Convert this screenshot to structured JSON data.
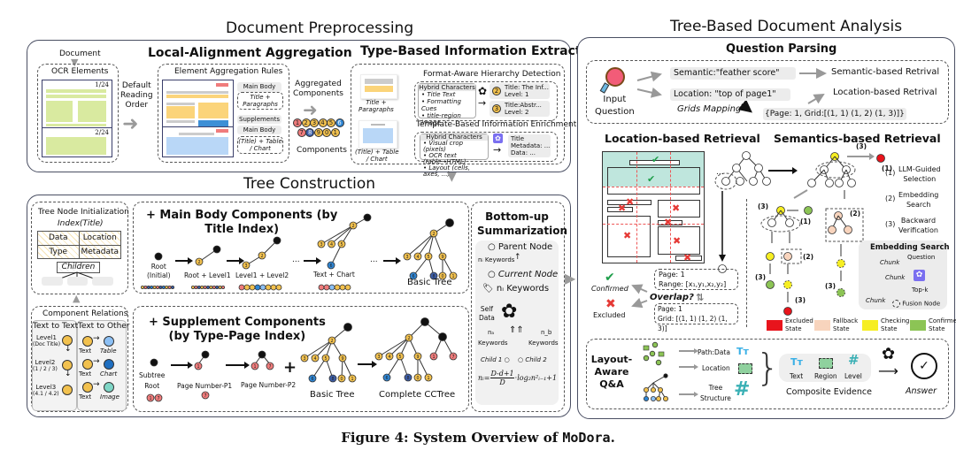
{
  "sections": {
    "preprocessing": "Document Preprocessing",
    "analysis": "Tree-Based Document Analysis",
    "tree_construction": "Tree Construction"
  },
  "local_alignment": {
    "title": "Local-Alignment Aggregation",
    "document_label": "Document",
    "ocr_label": "OCR Elements",
    "page1": "1/24",
    "page2": "2/24",
    "reading_order": [
      "Default",
      "Reading",
      "Order"
    ],
    "rules_title": "Element Aggregation Rules",
    "main_body": "Main Body",
    "main_body_desc": [
      "Title +",
      "Paragraphs"
    ],
    "supplements": "Supplements",
    "main_body_2": "Main Body",
    "table_desc": [
      "(Title) + Table",
      "/ Chart"
    ],
    "aggregated": [
      "Aggregated",
      "Components"
    ],
    "components_label": "Components",
    "component_numbers": [
      "1",
      "2",
      "3",
      "4",
      "5",
      "6",
      "7",
      "8",
      "9",
      "0",
      "1"
    ]
  },
  "type_based": {
    "title": "Type-Based Information Extraction",
    "title_paragraphs": [
      "Title +",
      "Paragraphs"
    ],
    "title_table": [
      "(Title) + Table",
      "/ Chart"
    ],
    "format_aware_title": "Format-Aware Hierarchy Detection",
    "hybrid_characters": "Hybrid Characters",
    "format_items": [
      "Title Text",
      "Formatting Cues",
      "title-region image"
    ],
    "level_results": [
      {
        "num": "2",
        "line1": "Title: The Inf...",
        "line2": "Level: 1"
      },
      {
        "num": "3",
        "line1": "Title:Abstr...",
        "line2": "Level: 2"
      }
    ],
    "template_title": "Template-Based Information Enrichment",
    "template_items": [
      "Visual crop (pixels)",
      "OCR text (table→HTML)",
      "Layout (cells, axes, ...)"
    ],
    "template_output": [
      "Title",
      "Metadata: ...",
      "Data: ..."
    ]
  },
  "tree_node_init": {
    "title": "Tree Node Initialization",
    "index": "Index(Title)",
    "cells": [
      "Data",
      "Location",
      "Type",
      "Metadata"
    ],
    "children": "Children"
  },
  "component_relations": {
    "title": "Component Relations",
    "col1": "Text to Text",
    "col2": "Text to Other",
    "levels": [
      {
        "name": "Level1",
        "sub": "(Doc Title)"
      },
      {
        "name": "Level2",
        "sub": "(1 / 2 / 3)"
      },
      {
        "name": "Level3",
        "sub": "(4.1 / 4.2)"
      }
    ],
    "pairs": [
      {
        "from": "Text",
        "to": "Table"
      },
      {
        "from": "Text",
        "to": "Chart"
      },
      {
        "from": "Text",
        "to": "Image"
      }
    ]
  },
  "main_body": {
    "title": [
      "+ Main Body Components (by",
      "Title Index)"
    ],
    "steps": [
      "Root",
      "(Initial)",
      "Root + Level1",
      "Level1 + Level2",
      "Text + Chart",
      "Basic Tree"
    ],
    "ellipsis": "..."
  },
  "supplement": {
    "title": [
      "+ Supplement Components",
      "(by Type-Page Index)"
    ],
    "steps": [
      "Subtree",
      "Root",
      "Page Number-P1",
      "Page Number-P2",
      "Basic Tree",
      "Complete CCTree"
    ],
    "plus": "+"
  },
  "bottom_up": {
    "title": [
      "Bottom-up",
      "Summarization"
    ],
    "parent": "Parent Node",
    "ni_keywords_small": "nᵢ Keywords",
    "current": "Current Node",
    "ni_keywords": "nᵢ Keywords",
    "self_data": [
      "Self",
      "Data"
    ],
    "na": "nₐ",
    "nb": "n_b",
    "keywords": "Keywords",
    "child1": "Child 1",
    "child2": "Child 2",
    "formula": {
      "lhs": "nᵢ=",
      "num": "D-d+1",
      "den": "D",
      "rhs": "·log₂n²ᵢ₋₁+1"
    }
  },
  "question_parsing": {
    "title": "Question Parsing",
    "input": [
      "Input",
      "Question"
    ],
    "semantic": "Semantic:\"feather score\"",
    "location": "Location: \"top of page1\"",
    "semantic_target": "Semantic-based Retrival",
    "location_target": "Location-based Retrival",
    "grids_mapping": "Grids Mapping",
    "grid_value": "{Page: 1, Grid:[(1, 1) (1, 2) (1, 3)]}"
  },
  "location_retrieval": {
    "title": "Location-based Retrieval",
    "confirmed": "Confirmed",
    "excluded": "Excluded",
    "overlap": "Overlap?",
    "range_box": [
      "Page: 1",
      "Range: [x₁,y₁,x₂,y₂]"
    ],
    "grid_box": [
      "Page: 1",
      "Grid: [(1, 1) (1, 2) (1, 3)]"
    ],
    "ellipsis": "..."
  },
  "semantic_retrieval": {
    "title": "Semantics-based Retrieval",
    "steps": [
      {
        "num": "(1)",
        "label": [
          "LLM-Guided",
          "Selection"
        ]
      },
      {
        "num": "(2)",
        "label": [
          "Embedding",
          "Search"
        ]
      },
      {
        "num": "(3)",
        "label": [
          "Backward",
          "Verification"
        ]
      }
    ],
    "step_tags": [
      "(3)",
      "(1)",
      "(3)",
      "(1)",
      "(2)",
      "(2)",
      "(3)",
      "(3)",
      "(3)"
    ],
    "embedding": {
      "title": "Embedding Search",
      "question": "Question",
      "chunk": "Chunk",
      "topk": "Top-k",
      "fusion": "Fusion Node"
    },
    "legend": [
      {
        "label": [
          "Excluded",
          "State"
        ],
        "color": "#e8141c"
      },
      {
        "label": [
          "Fallback",
          "State"
        ],
        "color": "#f8d4bd"
      },
      {
        "label": [
          "Checking",
          "State"
        ],
        "color": "#f6ee22"
      },
      {
        "label": [
          "Confirmed",
          "State"
        ],
        "color": "#8cc455"
      }
    ]
  },
  "layout_qa": {
    "title": [
      "Layout-",
      "Aware",
      "Q&A"
    ],
    "paths": [
      "Path:Data",
      "Location",
      "Tree",
      "Structure"
    ],
    "evidence": [
      "Text",
      "Region",
      "Level"
    ],
    "composite": "Composite Evidence",
    "answer": "Answer"
  },
  "caption": {
    "prefix": "Figure 4: System Overview of ",
    "name": "MoDora",
    "suffix": "."
  },
  "colors": {
    "panel_border": "#4a4f63",
    "node_yellow": "#f2c14e",
    "node_red": "#f07c7c",
    "node_blue": "#2f86d4",
    "node_navy": "#3d5ea8",
    "green_page": "#d9eaa0",
    "teal": "#bfe6dd",
    "red_x": "#e53935",
    "green_check": "#1e9e4a"
  }
}
